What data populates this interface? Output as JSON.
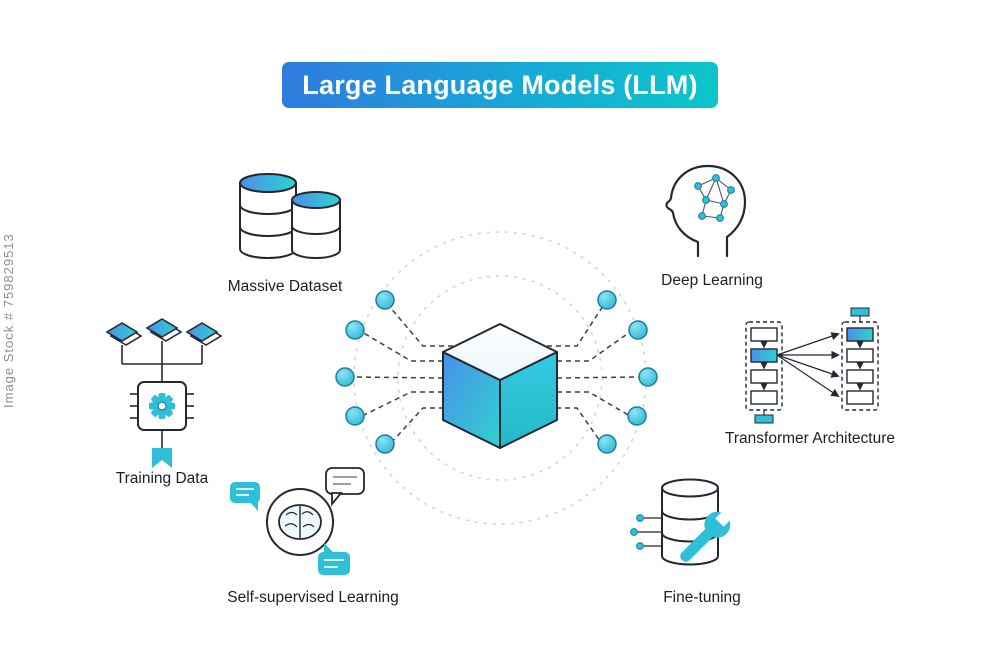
{
  "title": {
    "text": "Large Language Models (LLM)"
  },
  "watermark": "Image Stock # 759829513",
  "labels": {
    "massive_dataset": "Massive Dataset",
    "deep_learning": "Deep Learning",
    "training_data": "Training Data",
    "transformer_architecture": "Transformer Architecture",
    "self_supervised_learning": "Self-supervised Learning",
    "fine_tuning": "Fine-tuning"
  },
  "icons": {
    "center": "cube-network-hub-icon",
    "massive_dataset": "database-stack-icon",
    "deep_learning": "head-neural-network-icon",
    "training_data": "chip-gear-data-icon",
    "transformer_architecture": "transformer-blocks-icon",
    "self_supervised_learning": "brain-chat-bubbles-icon",
    "fine_tuning": "database-wrench-icon"
  },
  "colors": {
    "banner_gradient_start": "#2F7BE0",
    "banner_gradient_end": "#0BC6C9",
    "accent_teal": "#2FBFD8",
    "accent_blue": "#4A90E8",
    "outline_dark": "#232833",
    "dashed_gray": "#D4D7DA",
    "label_text": "#1C1F26",
    "watermark_gray": "#8A8F94"
  }
}
